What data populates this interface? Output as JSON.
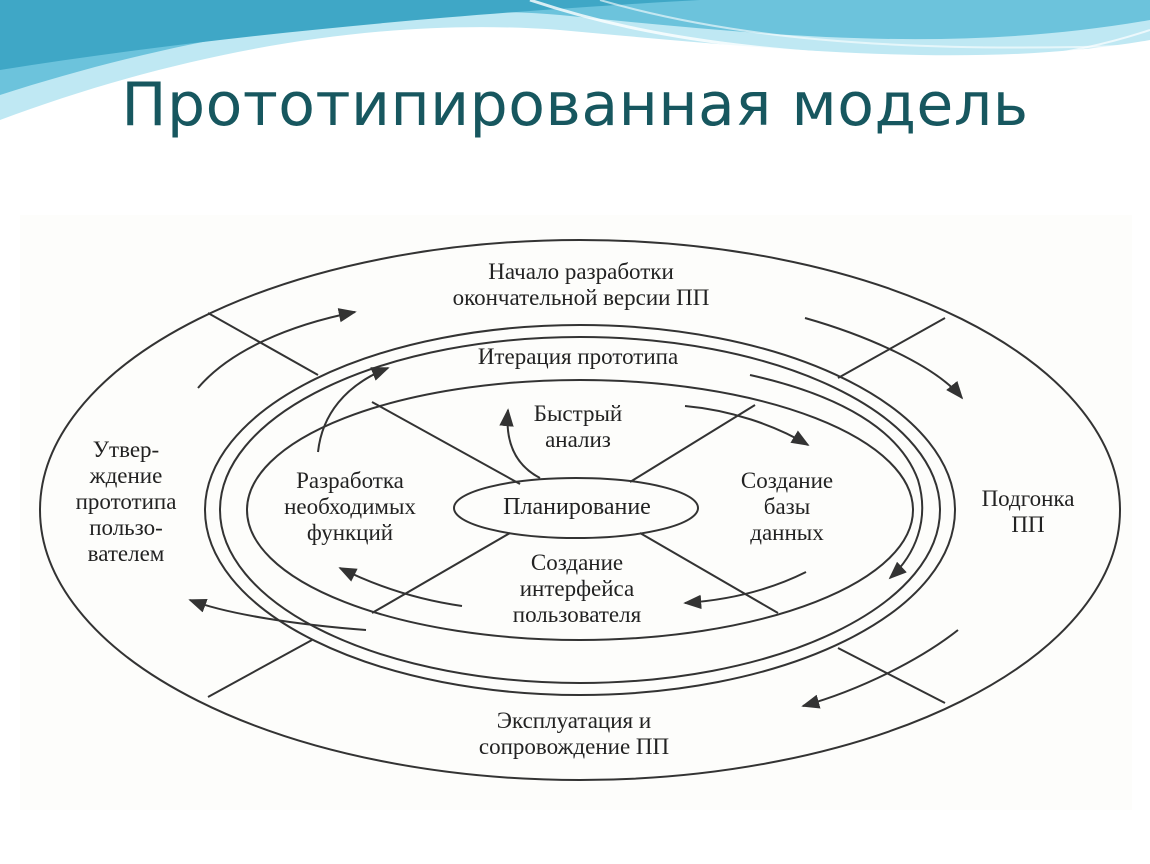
{
  "slide": {
    "title": "Прототипированная модель",
    "accent_color": "#17575f",
    "wave_colors": [
      "#8fd3e6",
      "#4fb3cf",
      "#c9ecf5"
    ]
  },
  "diagram": {
    "outer_top": [
      "Начало разработки",
      "окончательной версии ПП"
    ],
    "outer_left": [
      "Утвер-",
      "ждение",
      "прототипа",
      "пользо-",
      "вателем"
    ],
    "outer_right": [
      "Подгонка",
      "ПП"
    ],
    "outer_bottom": [
      "Эксплуатация и",
      "сопровождение ПП"
    ],
    "middle_top": "Итерация прототипа",
    "inner_top": [
      "Быстрый",
      "анализ"
    ],
    "inner_left": [
      "Разработка",
      "необходимых",
      "функций"
    ],
    "inner_right": [
      "Создание",
      "базы",
      "данных"
    ],
    "inner_bottom": [
      "Создание",
      "интерфейса",
      "пользователя"
    ],
    "center": "Планирование"
  }
}
